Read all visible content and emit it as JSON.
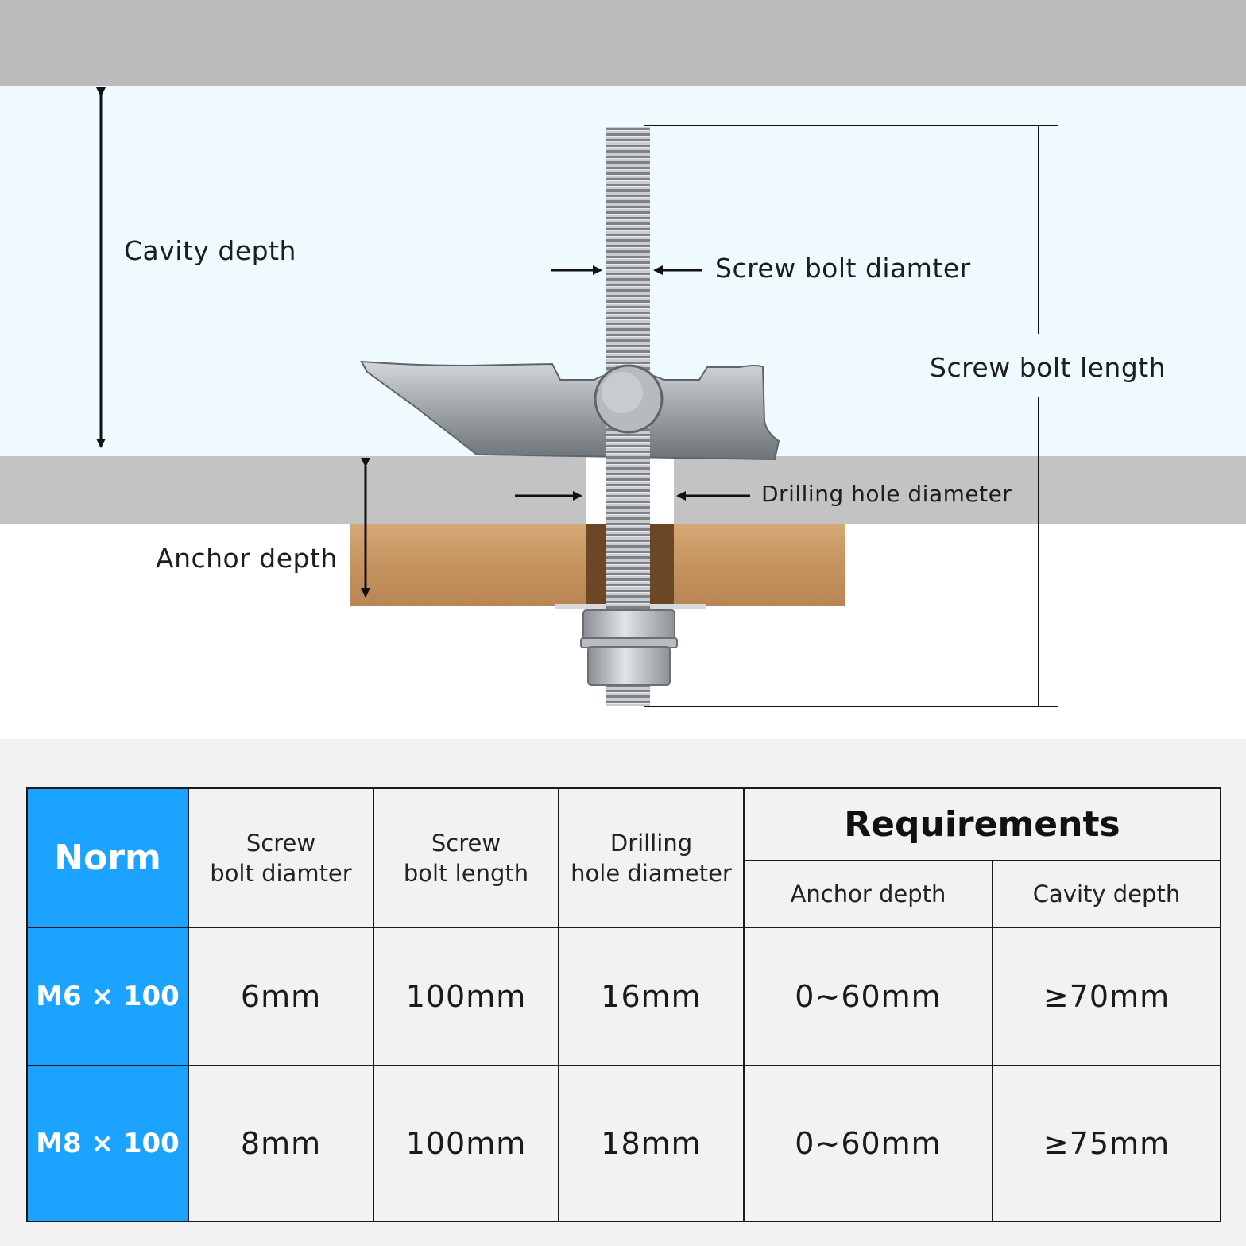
{
  "diagram": {
    "labels": {
      "cavity_depth": "Cavity depth",
      "screw_bolt_diameter": "Screw bolt diamter",
      "screw_bolt_length": "Screw bolt length",
      "drilling_hole_diameter": "Drilling hole diameter",
      "anchor_depth": "Anchor depth"
    }
  },
  "table": {
    "norm_header": "Norm",
    "col_screw_bolt_diameter": "Screw bolt diamter",
    "col_screw_bolt_length": "Screw bolt length",
    "col_drilling_hole_diameter": "Drilling hole diameter",
    "col_screw_bolt_diameter_l1": "Screw",
    "col_screw_bolt_diameter_l2": "bolt diamter",
    "col_screw_bolt_length_l1": "Screw",
    "col_screw_bolt_length_l2": "bolt length",
    "col_drilling_hole_diameter_l1": "Drilling",
    "col_drilling_hole_diameter_l2": "hole diameter",
    "requirements": "Requirements",
    "sub_anchor_depth": "Anchor depth",
    "sub_cavity_depth": "Cavity depth",
    "rows": [
      {
        "norm": "M6 × 100",
        "bolt_diameter": "6mm",
        "bolt_length": "100mm",
        "hole_diameter": "16mm",
        "anchor_depth": "0~60mm",
        "cavity_depth": "≥70mm"
      },
      {
        "norm": "M8 × 100",
        "bolt_diameter": "8mm",
        "bolt_length": "100mm",
        "hole_diameter": "18mm",
        "anchor_depth": "0~60mm",
        "cavity_depth": "≥75mm"
      }
    ]
  },
  "colors": {
    "norm_blue": "#1ba3ff",
    "cavity": "#eefaff",
    "concrete": "#bdbdbd",
    "wood": "#c99a6a",
    "steel": "#a8adb2"
  }
}
